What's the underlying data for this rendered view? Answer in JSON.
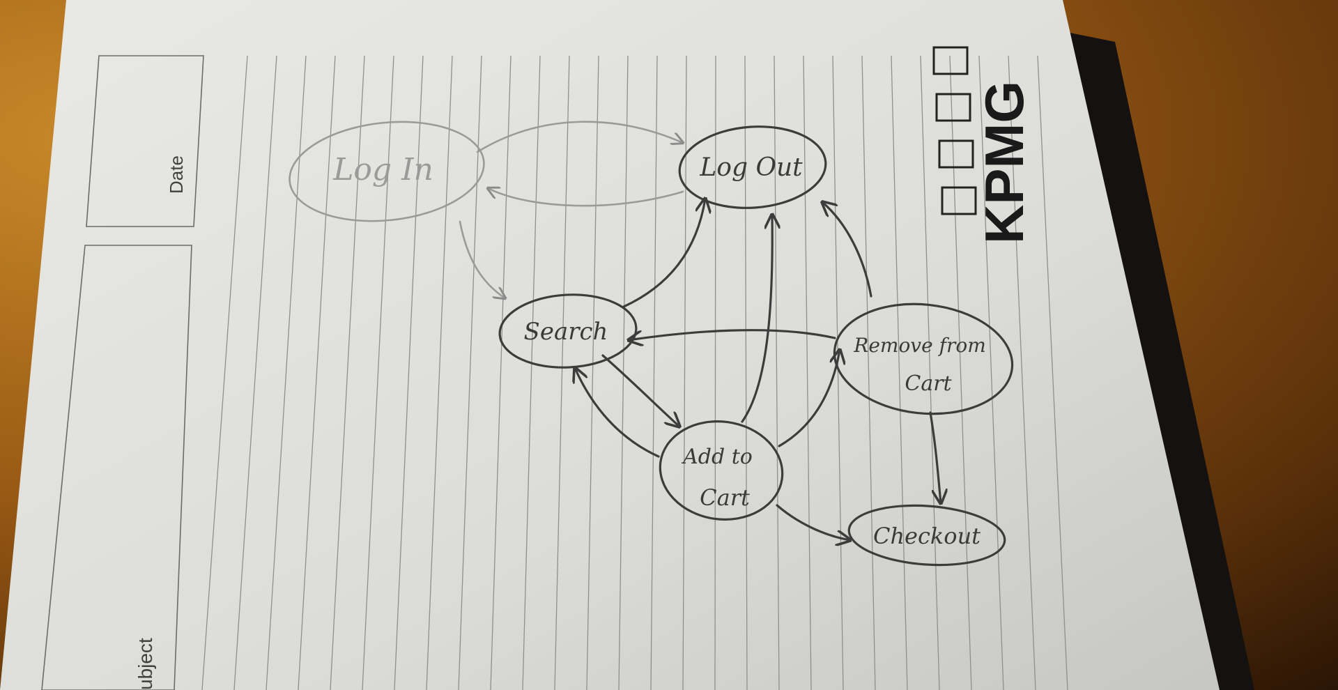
{
  "notebook": {
    "brand": "KPMG",
    "fields": {
      "date_label": "Date",
      "subject_label": "ubject"
    }
  },
  "diagram": {
    "nodes": [
      {
        "id": "login",
        "label": "Log In"
      },
      {
        "id": "logout",
        "label": "Log Out"
      },
      {
        "id": "search",
        "label": "Search"
      },
      {
        "id": "remove",
        "label_line1": "Remove from",
        "label_line2": "Cart"
      },
      {
        "id": "add",
        "label_line1": "Add to",
        "label_line2": "Cart"
      },
      {
        "id": "checkout",
        "label": "Checkout"
      }
    ],
    "edges": [
      {
        "from": "login",
        "to": "logout"
      },
      {
        "from": "logout",
        "to": "login"
      },
      {
        "from": "login",
        "to": "search"
      },
      {
        "from": "search",
        "to": "logout"
      },
      {
        "from": "search",
        "to": "add"
      },
      {
        "from": "add",
        "to": "search"
      },
      {
        "from": "add",
        "to": "logout"
      },
      {
        "from": "add",
        "to": "remove"
      },
      {
        "from": "add",
        "to": "checkout"
      },
      {
        "from": "remove",
        "to": "search"
      },
      {
        "from": "remove",
        "to": "logout"
      },
      {
        "from": "remove",
        "to": "checkout"
      }
    ]
  }
}
